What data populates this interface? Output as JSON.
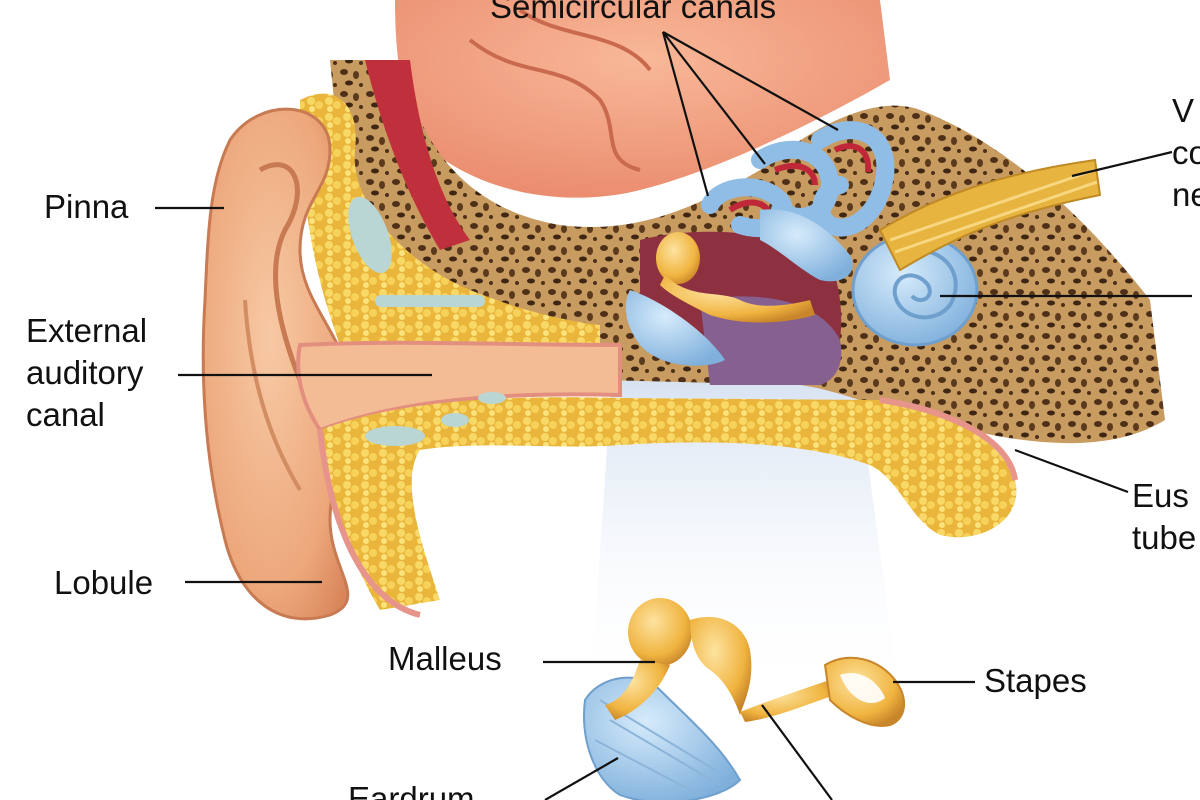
{
  "labels": {
    "semicircular_canals": "Semicircular canals",
    "pinna": "Pinna",
    "external_auditory_canal": [
      "External",
      "auditory",
      "canal"
    ],
    "lobule": "Lobule",
    "malleus": "Malleus",
    "stapes": "Stapes",
    "vestibulocochlear_nerve_partial": [
      "V",
      "co",
      "ne"
    ],
    "eustachian_tube_partial": [
      "Eus",
      "tube"
    ],
    "eardrum_partial": "Eardrum"
  },
  "colors": {
    "skin": "#f0b488",
    "skin_dark": "#d98a5e",
    "fat": "#f2c94c",
    "bone": "#c99a5c",
    "bone_pores": "#5a3a1e",
    "brain": "#f4a07a",
    "inner_ear_blue": "#9cc6ea",
    "vessel_red": "#c0283a",
    "nerve_yellow": "#e8b440",
    "ossicle": "#f2b84a",
    "tympanic_purple": "#8a5a8e",
    "beam": "#c9d8f0",
    "line": "#111111"
  }
}
